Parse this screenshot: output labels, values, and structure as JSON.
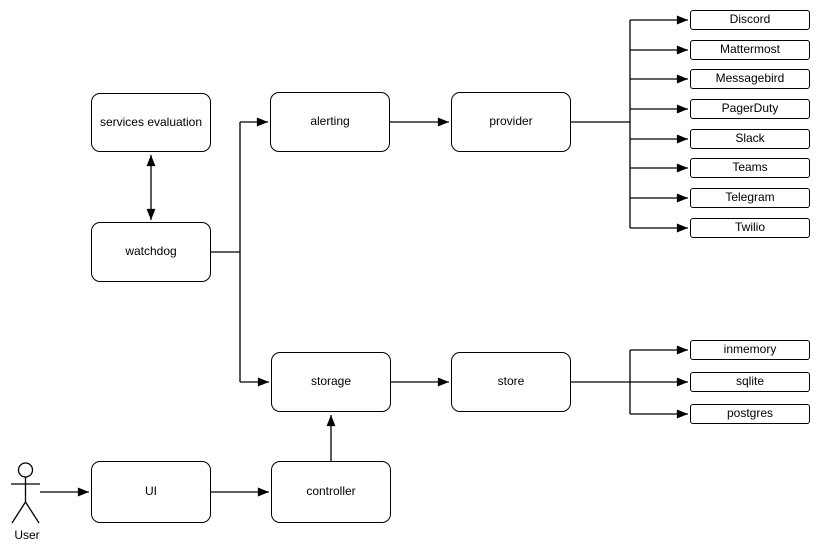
{
  "diagram": {
    "background_color": "#ffffff",
    "stroke_color": "#000000",
    "nodes": {
      "services_evaluation": "services evaluation",
      "watchdog": "watchdog",
      "alerting": "alerting",
      "provider": "provider",
      "storage": "storage",
      "store": "store",
      "ui": "UI",
      "controller": "controller"
    },
    "providers": [
      "Discord",
      "Mattermost",
      "Messagebird",
      "PagerDuty",
      "Slack",
      "Teams",
      "Telegram",
      "Twilio"
    ],
    "stores": [
      "inmemory",
      "sqlite",
      "postgres"
    ],
    "actor": "User"
  }
}
